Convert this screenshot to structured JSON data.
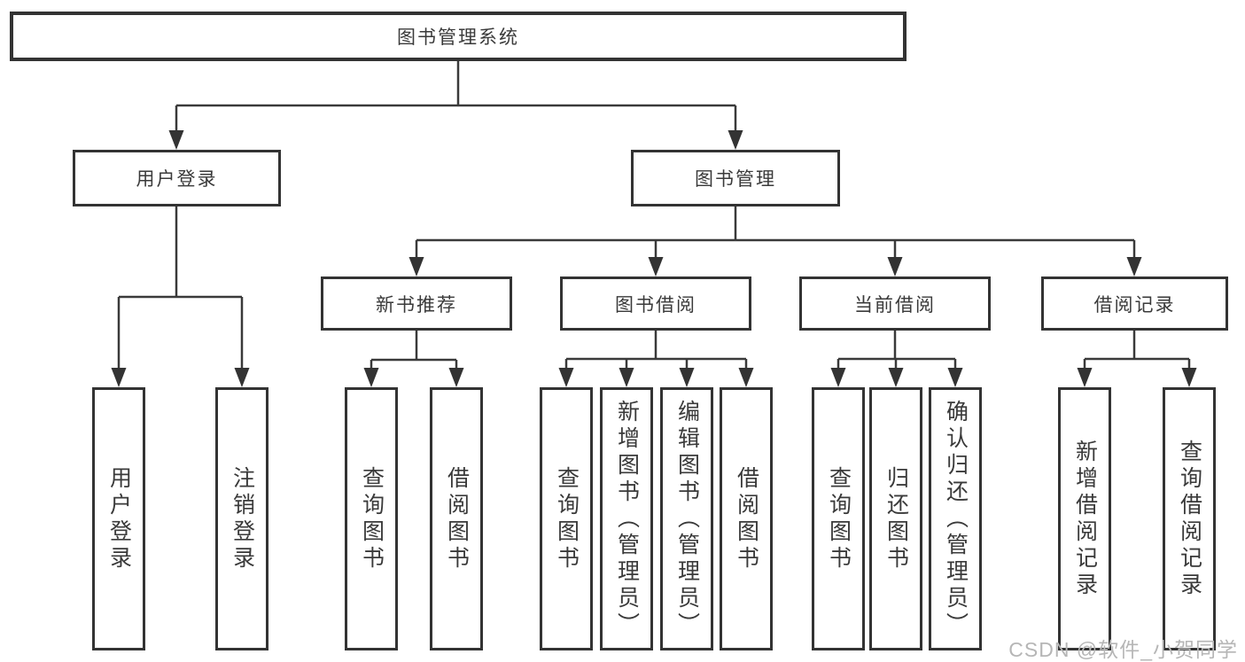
{
  "tree": {
    "root": {
      "label": "图书管理系统"
    },
    "level2": {
      "login": {
        "label": "用户登录"
      },
      "manage": {
        "label": "图书管理"
      }
    },
    "level3": {
      "recommend": {
        "label": "新书推荐"
      },
      "borrow": {
        "label": "图书借阅"
      },
      "current": {
        "label": "当前借阅"
      },
      "records": {
        "label": "借阅记录"
      }
    },
    "leaves": {
      "login": [
        "用户登录",
        "注销登录"
      ],
      "recommend": [
        "查询图书",
        "借阅图书"
      ],
      "borrow": [
        "查询图书",
        "新增图书（管理员）",
        "编辑图书（管理员）",
        "借阅图书"
      ],
      "current": [
        "查询图书",
        "归还图书",
        "确认归还（管理员）"
      ],
      "records": [
        "新增借阅记录",
        "查询借阅记录"
      ]
    }
  },
  "watermark": {
    "text": "CSDN @软件_小贺同学"
  },
  "colors": {
    "line": "#3a3a3a",
    "border": "#333333",
    "text": "#3a3a3a",
    "watermark": "#b6b6b6",
    "background": "#ffffff"
  }
}
